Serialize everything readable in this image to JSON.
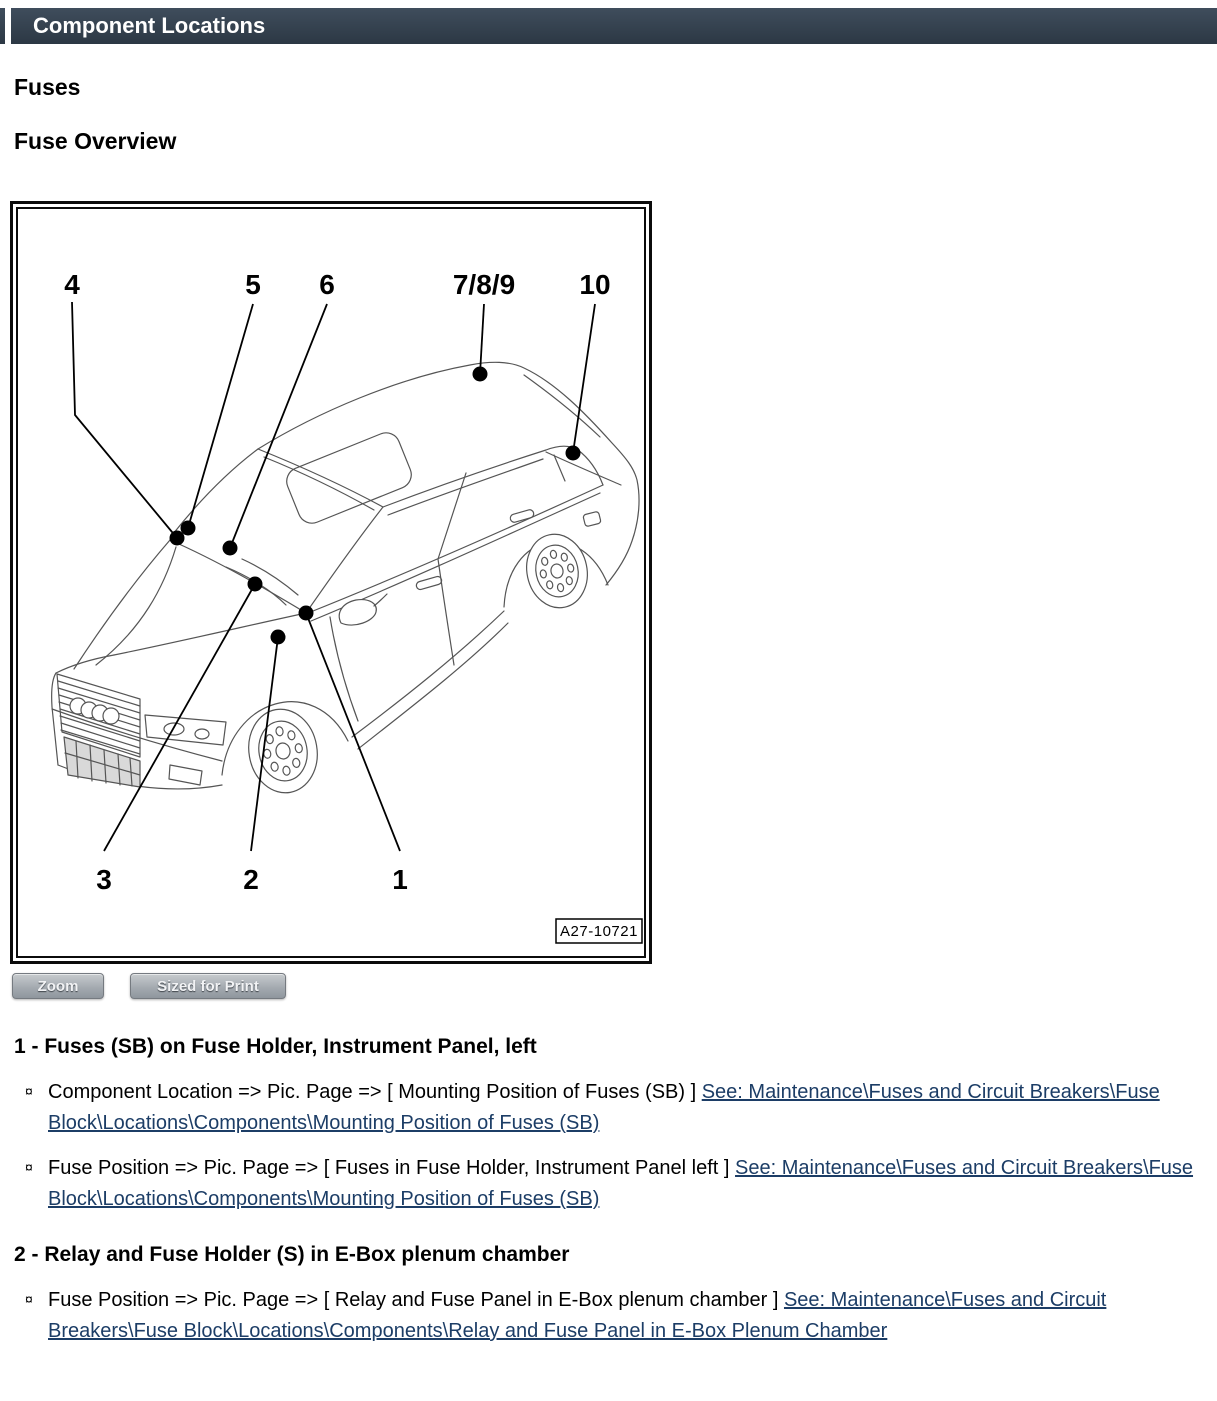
{
  "header": {
    "title": "Component Locations"
  },
  "page": {
    "heading1": "Fuses",
    "heading2": "Fuse Overview"
  },
  "figure": {
    "image_label": "A27-10721",
    "callouts": {
      "c4": "4",
      "c5": "5",
      "c6": "6",
      "c789": "7/8/9",
      "c10": "10",
      "c3": "3",
      "c2": "2",
      "c1": "1"
    },
    "zoom_button": "Zoom",
    "print_button": "Sized for Print"
  },
  "bullet_char": "¤",
  "sections": [
    {
      "title": "1 - Fuses (SB) on Fuse Holder, Instrument Panel, left",
      "items": [
        {
          "text": "Component Location => Pic. Page => [ Mounting Position of Fuses (SB) ] ",
          "link": "See: Maintenance\\Fuses and Circuit Breakers\\Fuse Block\\Locations\\Components\\Mounting Position of Fuses (SB)"
        },
        {
          "text": "Fuse Position => Pic. Page => [ Fuses in Fuse Holder, Instrument Panel left ] ",
          "link": "See: Maintenance\\Fuses and Circuit Breakers\\Fuse Block\\Locations\\Components\\Mounting Position of Fuses (SB)"
        }
      ]
    },
    {
      "title": "2 - Relay and Fuse Holder (S) in E-Box plenum chamber",
      "items": [
        {
          "text": "Fuse Position => Pic. Page => [ Relay and Fuse Panel in E-Box plenum chamber ] ",
          "link": "See: Maintenance\\Fuses and Circuit Breakers\\Fuse Block\\Locations\\Components\\Relay and Fuse Panel in E-Box Plenum Chamber"
        }
      ]
    }
  ],
  "colors": {
    "header_bar": "#35424e",
    "link": "#1c3d66",
    "button_face": "#a9afb5",
    "diagram_line": "#555555"
  }
}
